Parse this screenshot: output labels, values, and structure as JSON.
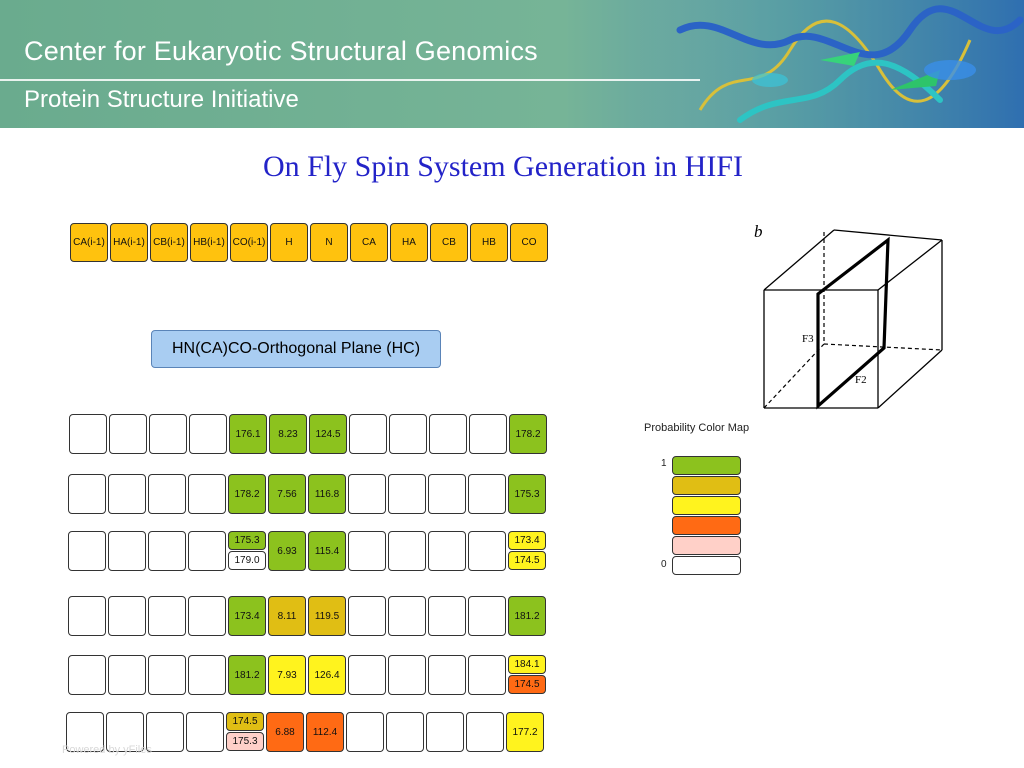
{
  "header": {
    "line1": "Center for Eukaryotic Structural Genomics",
    "line2": "Protein Structure Initiative"
  },
  "title": "On Fly Spin System Generation in HIFI",
  "columns": [
    "CA(i-1)",
    "HA(i-1)",
    "CB(i-1)",
    "HB(i-1)",
    "CO(i-1)",
    "H",
    "N",
    "CA",
    "HA",
    "CB",
    "HB",
    "CO"
  ],
  "plane_label": "HN(CA)CO-Orthogonal Plane (HC)",
  "colors": {
    "green": "#8cc21e",
    "dark_yellow": "#e0be14",
    "yellow": "#fff31e",
    "orange": "#ff6a14",
    "pink": "#ffd0c8",
    "white": "#ffffff",
    "header_fill": "#ffc20e"
  },
  "rows": [
    {
      "co_prev": [
        {
          "v": "176.1",
          "c": "green"
        }
      ],
      "h": {
        "v": "8.23",
        "c": "green"
      },
      "n": {
        "v": "124.5",
        "c": "green"
      },
      "co": [
        {
          "v": "178.2",
          "c": "green"
        }
      ]
    },
    {
      "co_prev": [
        {
          "v": "178.2",
          "c": "green"
        }
      ],
      "h": {
        "v": "7.56",
        "c": "green"
      },
      "n": {
        "v": "116.8",
        "c": "green"
      },
      "co": [
        {
          "v": "175.3",
          "c": "green"
        }
      ]
    },
    {
      "co_prev": [
        {
          "v": "175.3",
          "c": "green"
        },
        {
          "v": "179.0",
          "c": "white"
        }
      ],
      "h": {
        "v": "6.93",
        "c": "green"
      },
      "n": {
        "v": "115.4",
        "c": "green"
      },
      "co": [
        {
          "v": "173.4",
          "c": "yellow"
        },
        {
          "v": "174.5",
          "c": "yellow"
        }
      ]
    },
    {
      "co_prev": [
        {
          "v": "173.4",
          "c": "green"
        }
      ],
      "h": {
        "v": "8.11",
        "c": "dark_yellow"
      },
      "n": {
        "v": "119.5",
        "c": "dark_yellow"
      },
      "co": [
        {
          "v": "181.2",
          "c": "green"
        }
      ]
    },
    {
      "co_prev": [
        {
          "v": "181.2",
          "c": "green"
        }
      ],
      "h": {
        "v": "7.93",
        "c": "yellow"
      },
      "n": {
        "v": "126.4",
        "c": "yellow"
      },
      "co": [
        {
          "v": "184.1",
          "c": "yellow"
        },
        {
          "v": "174.5",
          "c": "orange"
        }
      ]
    },
    {
      "co_prev": [
        {
          "v": "174.5",
          "c": "dark_yellow"
        },
        {
          "v": "175.3",
          "c": "pink"
        }
      ],
      "h": {
        "v": "6.88",
        "c": "orange"
      },
      "n": {
        "v": "112.4",
        "c": "orange"
      },
      "co": [
        {
          "v": "177.2",
          "c": "yellow"
        }
      ]
    }
  ],
  "cube": {
    "label": "b",
    "f3": "F3",
    "f2": "F2"
  },
  "probability_map": {
    "title": "Probability Color Map",
    "high": "1",
    "low": "0",
    "scale": [
      "green",
      "dark_yellow",
      "yellow",
      "orange",
      "pink",
      "white"
    ]
  },
  "footer": "Powered by yFiles"
}
